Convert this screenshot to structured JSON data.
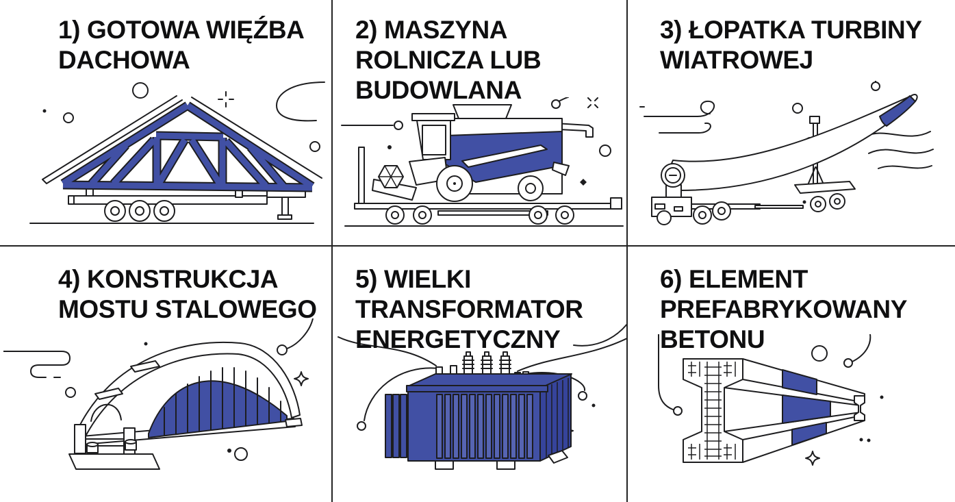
{
  "infographic": {
    "language": "pl",
    "topic": "oversized-cargo-types"
  },
  "colors": {
    "accent": "#4150a4",
    "accent_dark": "#36449b",
    "accent_light": "#5664b2",
    "outline": "#1d1d1f",
    "divider": "#232323",
    "bg": "#ffffff",
    "text": "#0f0f10"
  },
  "panels": [
    {
      "number": "1",
      "title": "1) GOTOWA WIĘŹBA DACHOWA",
      "lines": [
        "1) GOTOWA WIĘŹBA",
        "DACHOWA"
      ],
      "illustration": "roof-truss-on-trailer",
      "decor": [
        "circle",
        "dot",
        "plus-sparkle",
        "s-curve-line"
      ]
    },
    {
      "number": "2",
      "title": "2) MASZYNA ROLNICZA LUB BUDOWLANA",
      "lines": [
        "2) MASZYNA",
        "ROLNICZA LUB",
        "BUDOWLANA"
      ],
      "illustration": "combine-harvester-on-lowboy-trailer",
      "decor": [
        "leader-line-circle",
        "x-sparkle",
        "circle",
        "dot",
        "diamond-dot"
      ]
    },
    {
      "number": "3",
      "title": "3) ŁOPATKA TURBINY WIATROWEJ",
      "lines": [
        "3) ŁOPATKA TURBINY",
        "WIATROWEJ"
      ],
      "illustration": "wind-turbine-blade-on-transport-dollies",
      "decor": [
        "wind-swirl",
        "wave-lines",
        "circle",
        "dot"
      ]
    },
    {
      "number": "4",
      "title": "4) KONSTRUKCJA MOSTU STALOWEGO",
      "lines": [
        "4) KONSTRUKCJA",
        "MOSTU STALOWEGO"
      ],
      "illustration": "steel-arch-bridge-section",
      "decor": [
        "cloud-swoosh",
        "circle",
        "dot",
        "four-point-sparkle",
        "leader-line-circle"
      ]
    },
    {
      "number": "5",
      "title": "5) WIELKI TRANSFORMATOR ENERGETYCZNY",
      "lines": [
        "5) WIELKI",
        "TRANSFORMATOR",
        "ENERGETYCZNY"
      ],
      "illustration": "power-transformer-with-wires",
      "decor": [
        "wire-line-circle",
        "four-point-sparkle",
        "dot"
      ]
    },
    {
      "number": "6",
      "title": "6) ELEMENT PREFABRYKOWANY BETONU",
      "lines": [
        "6) ELEMENT",
        "PREFABRYKOWANY",
        "BETONU"
      ],
      "illustration": "precast-concrete-i-beam",
      "decor": [
        "circle",
        "leader-line-circle",
        "dot",
        "four-point-sparkle"
      ]
    }
  ]
}
